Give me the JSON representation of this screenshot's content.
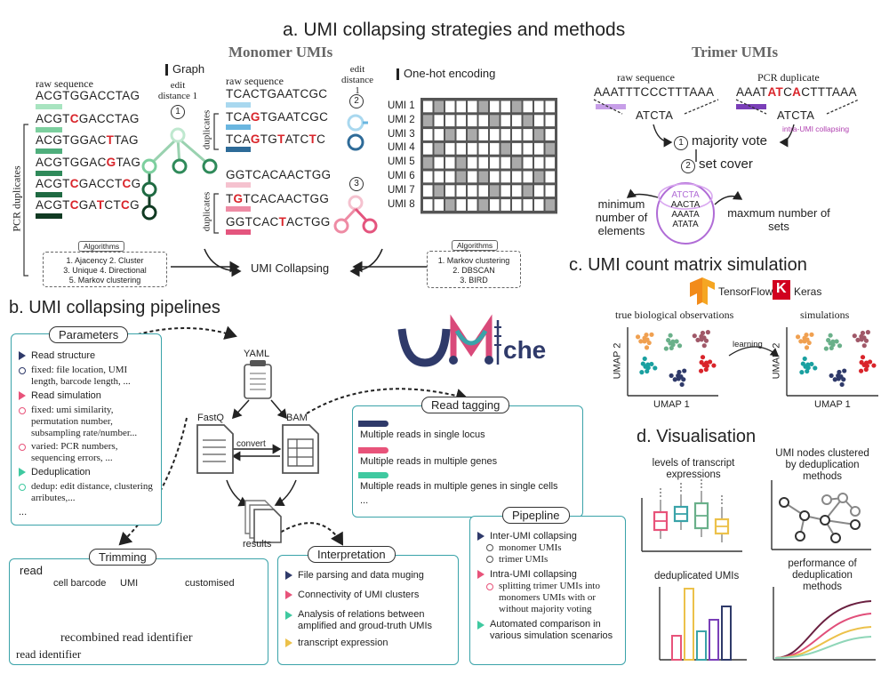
{
  "panel_a": {
    "title": "a. UMI collapsing strategies and methods",
    "monomer": {
      "title": "Monomer UMIs",
      "graph_label": "Graph",
      "raw_label": "raw sequence",
      "raw_seq": "ACGTGGACCTAG",
      "pcr_label": "PCR duplicates",
      "pcr_seqs": [
        "ACGTCGACCTAG",
        "ACGTGGACTTAG",
        "ACGTGGACGTAG",
        "ACGTCGACCTCG",
        "ACGTCGATCTCG"
      ],
      "edit_distance_label": "edit distance 1",
      "num1": "1",
      "raw_label2": "raw sequence",
      "raw_seq2": "TCACTGAATCGC",
      "dup_label": "duplicates",
      "dup_seqs1": [
        "TCAGTGAATCGC",
        "TCAGTGTATCTC"
      ],
      "seq_mid": "GGTCACAACTGG",
      "dup_seqs2": [
        "TGTCACAACTGG",
        "GGTCACTACTGG"
      ],
      "edit_distance_label2": "edit distance 1",
      "num2": "2",
      "num3": "3",
      "onehot_label": "One-hot encoding",
      "umis": [
        "UMI 1",
        "UMI 2",
        "UMI 3",
        "UMI 4",
        "UMI 5",
        "UMI 6",
        "UMI 7",
        "UMI 8"
      ],
      "algorithms_tag": "Algorithms",
      "algorithms": [
        "1. Ajacency 2. Cluster",
        "3. Unique 4. Directional",
        "5. Markov clustering"
      ],
      "collapsing": "UMI Collapsing",
      "algorithms2": [
        "1. Markov clustering",
        "2. DBSCAN",
        "3. BIRD"
      ]
    },
    "trimer": {
      "title": "Trimer UMIs",
      "raw_label": "raw sequence",
      "pcr_label": "PCR duplicate",
      "raw_seq": "AAATTTCCCTTTAAA",
      "pcr_seq": "AAATATCACTTTAAA",
      "short1": "ATCTA",
      "short2": "ATCTA",
      "intra": "intra-UMI collapsing",
      "num1": "1",
      "majority": "majority vote",
      "num2": "2",
      "setcover": "set cover",
      "min_elements": "minimum number of elements",
      "max_sets": "maxmum number of sets",
      "set_items": [
        "ATCTA",
        "AACTA",
        "AAATA",
        "ATATA"
      ]
    }
  },
  "panel_b": {
    "title": "b. UMI collapsing pipelines",
    "parameters": {
      "title": "Parameters",
      "read_structure": "Read structure",
      "rs_fixed": "fixed: file location, UMI length, barcode length, ...",
      "read_sim": "Read simulation",
      "sim_fixed": "fixed: umi similarity, permutation number, subsampling rate/number...",
      "sim_varied": "varied: PCR numbers, sequencing errors, ...",
      "dedup": "Deduplication",
      "dedup_item": "dedup: edit distance, clustering arributes,...",
      "ellipsis": "..."
    },
    "yaml": "YAML",
    "fastq": "FastQ",
    "bam": "BAM",
    "convert": "convert",
    "results": "results",
    "read_tagging": {
      "title": "Read tagging",
      "items": [
        "Multiple reads in single locus",
        "Multiple reads in multiple genes",
        "Multiple reads in multiple genes in single cells"
      ],
      "ellipsis": "..."
    },
    "trimming": {
      "title": "Trimming",
      "read": "read",
      "cell_barcode": "cell barcode",
      "umi": "UMI",
      "customised": "customised",
      "recombined": "recombined read identifier",
      "read_identifier": "read identifier"
    },
    "interpretation": {
      "title": "Interpretation",
      "items": [
        "File parsing and data muging",
        "Connectivity of UMI clusters",
        "Analysis of relations between amplified and groud-truth UMIs",
        "transcript expression"
      ]
    },
    "pipeline": {
      "title": "Pipepline",
      "inter": "Inter-UMI collapsing",
      "inter_items": [
        "monomer UMIs",
        "trimer UMIs"
      ],
      "intra": "Intra-UMI collapsing",
      "intra_item": "splitting trimer UMIs into monomers UMIs with or without majority voting",
      "auto": "Automated comparison in various simulation scenarios"
    },
    "logo": {
      "u": "U",
      "m": "M",
      "che": "che"
    }
  },
  "panel_c": {
    "title": "c. UMI count matrix simulation",
    "tensorflow": "TensorFlow",
    "keras": "Keras",
    "keras_letter": "K",
    "true_obs": "true biological observations",
    "simulations": "simulations",
    "learning": "learning",
    "umap1": "UMAP 1",
    "umap2": "UMAP 2"
  },
  "panel_d": {
    "title": "d. Visualisation",
    "levels": "levels of transcript expressions",
    "nodes": "UMI nodes clustered by deduplication methods",
    "dedup_umis": "deduplicated UMIs",
    "performance": "performance of deduplication methods"
  },
  "colors": {
    "teal": "#3aa3a9",
    "red": "#d9242a",
    "navy": "#2f3a6a",
    "pink": "#e8537a",
    "purple": "#7a4fc0",
    "violet": "#b06cd6",
    "green": "#2f9a6a"
  }
}
